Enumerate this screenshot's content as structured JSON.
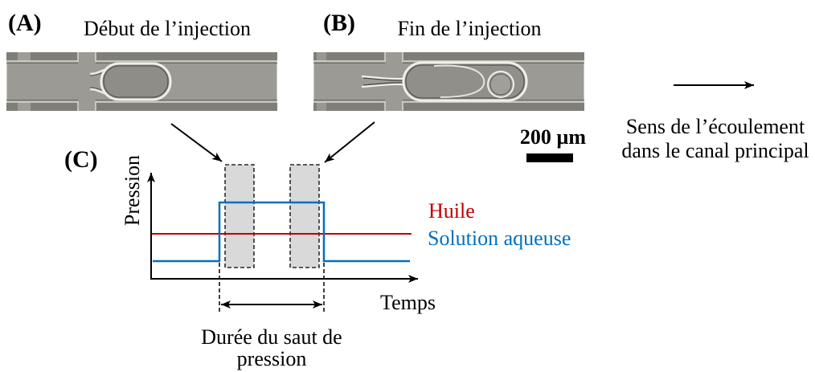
{
  "panels": {
    "a": {
      "label": "(A)",
      "caption": "Début de l’injection"
    },
    "b": {
      "label": "(B)",
      "caption": "Fin de l’injection"
    },
    "c": {
      "label": "(C)"
    }
  },
  "flow_direction": {
    "line1": "Sens de l’écoulement",
    "line2": "dans le canal principal"
  },
  "scale_bar": {
    "label": "200 µm"
  },
  "pressure_plot": {
    "y_axis_label": "Pression",
    "x_axis_label": "Temps",
    "series": [
      {
        "name": "Huile",
        "color": "#c00000"
      },
      {
        "name": "Solution aqueuse",
        "color": "#0070c0"
      }
    ],
    "duration_label": {
      "line1": "Durée du saut de",
      "line2": "pression"
    }
  }
}
